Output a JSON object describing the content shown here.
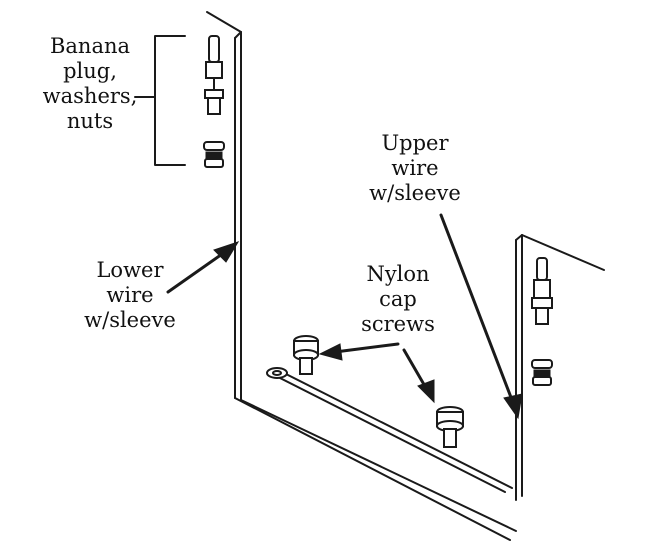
{
  "labels": {
    "banana": [
      "Banana",
      "plug,",
      "washers,",
      "nuts"
    ],
    "upper_wire": [
      "Upper",
      "wire",
      "w/sleeve"
    ],
    "lower_wire": [
      "Lower",
      "wire",
      "w/sleeve"
    ],
    "nylon_screws": [
      "Nylon",
      "cap",
      "screws"
    ]
  }
}
